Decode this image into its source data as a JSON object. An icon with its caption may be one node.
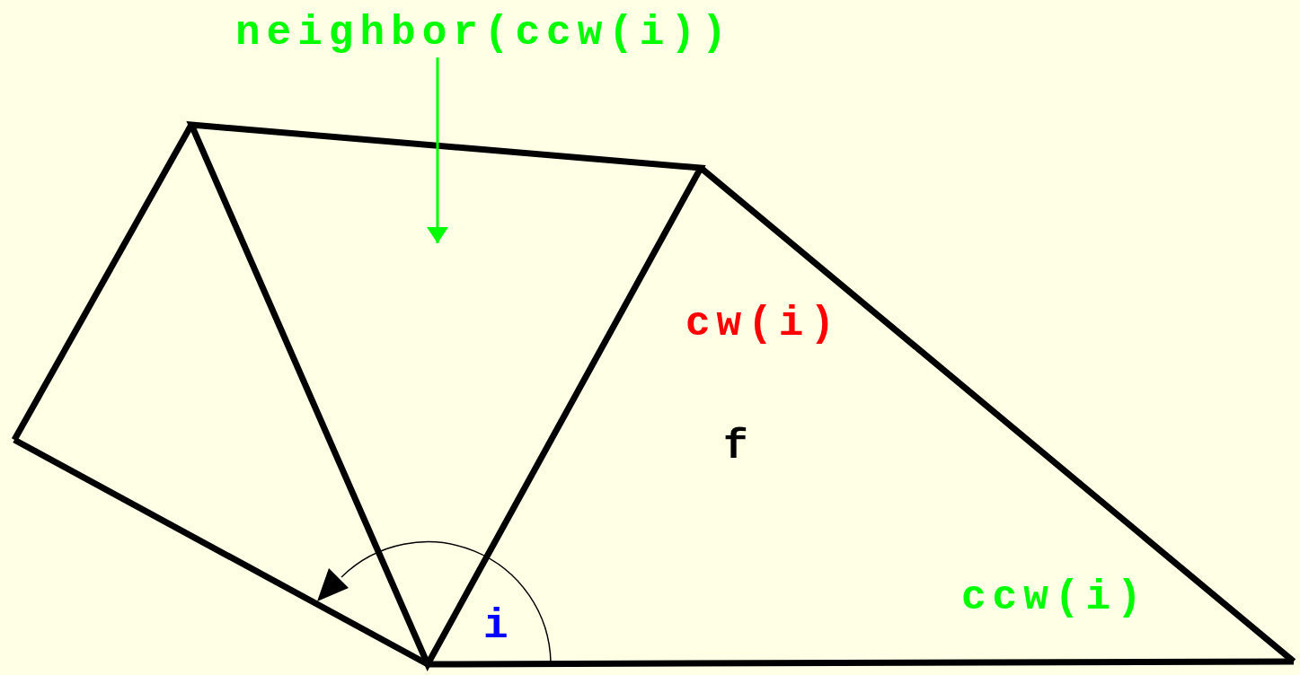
{
  "diagram": {
    "nodes": [
      {
        "text": [
          "neighbor(ccw(i))"
        ]
      },
      {
        "text": [],
        "shape": "triangle"
      }
    ],
    "edges": [
      {
        "from": 0,
        "to": 1,
        "arrow": "to",
        "color": "#00ff00"
      }
    ],
    "labels": [
      "cw(i)",
      "f",
      "ccw(i)",
      "i"
    ]
  }
}
